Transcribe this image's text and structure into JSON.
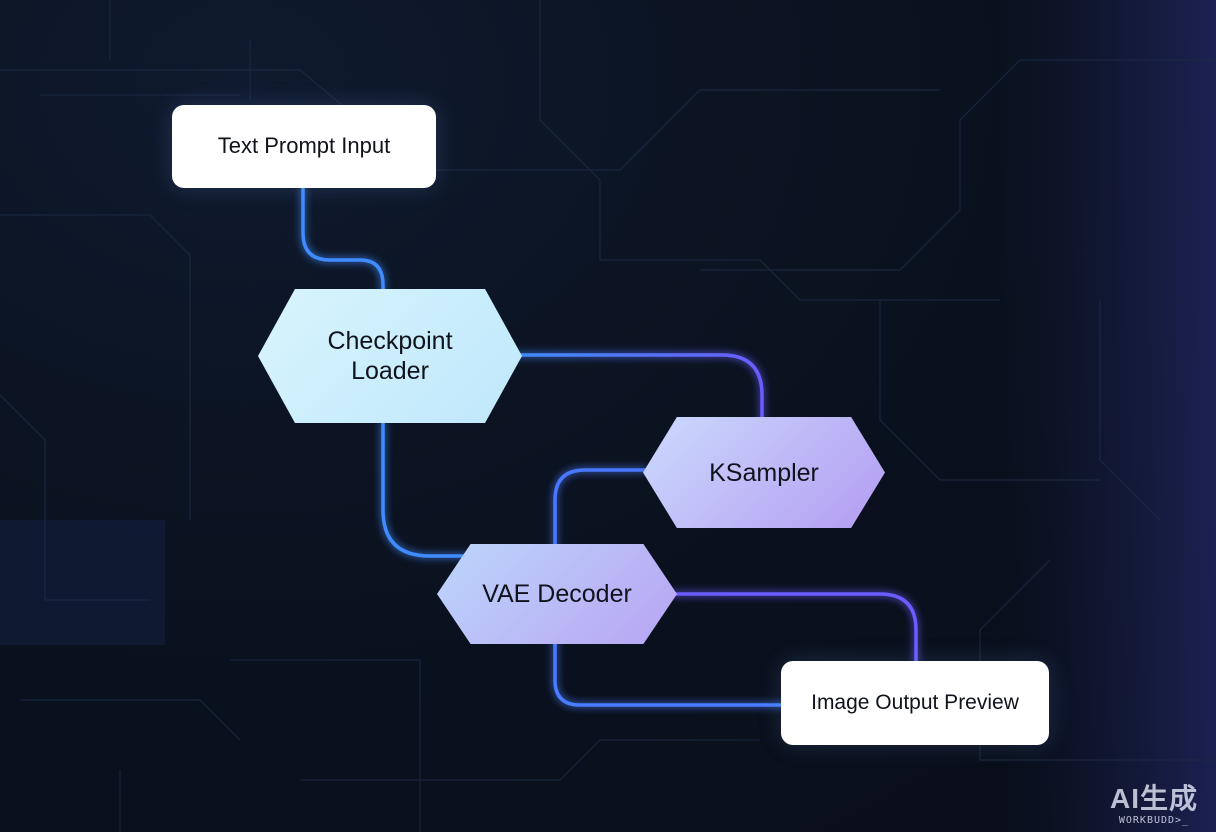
{
  "diagram": {
    "nodes": {
      "text_prompt": {
        "label": "Text Prompt Input",
        "shape": "rounded-rect"
      },
      "checkpoint": {
        "label_line1": "Checkpoint",
        "label_line2": "Loader",
        "shape": "hexagon"
      },
      "ksampler": {
        "label": "KSampler",
        "shape": "hexagon"
      },
      "vae_decoder": {
        "label": "VAE Decoder",
        "shape": "hexagon"
      },
      "image_output": {
        "label": "Image Output Preview",
        "shape": "rounded-rect"
      }
    },
    "edges": [
      {
        "from": "Text Prompt Input",
        "to": "Checkpoint Loader"
      },
      {
        "from": "Checkpoint Loader",
        "to": "KSampler"
      },
      {
        "from": "Checkpoint Loader",
        "to": "VAE Decoder"
      },
      {
        "from": "KSampler",
        "to": "VAE Decoder"
      },
      {
        "from": "VAE Decoder",
        "to": "Image Output Preview"
      }
    ]
  },
  "colors": {
    "background": "#0b1220",
    "edge_blue": "#3f8cff",
    "edge_violet": "#6a5cff",
    "checkpoint_fill": "#cdeffc",
    "ksampler_fill_start": "#c9d8fb",
    "ksampler_fill_end": "#b39cf2",
    "vae_fill_start": "#bcd3fa",
    "vae_fill_end": "#b8a4f3"
  },
  "watermark": {
    "main": "AI生成",
    "sub": "WORKBUDD>_"
  }
}
